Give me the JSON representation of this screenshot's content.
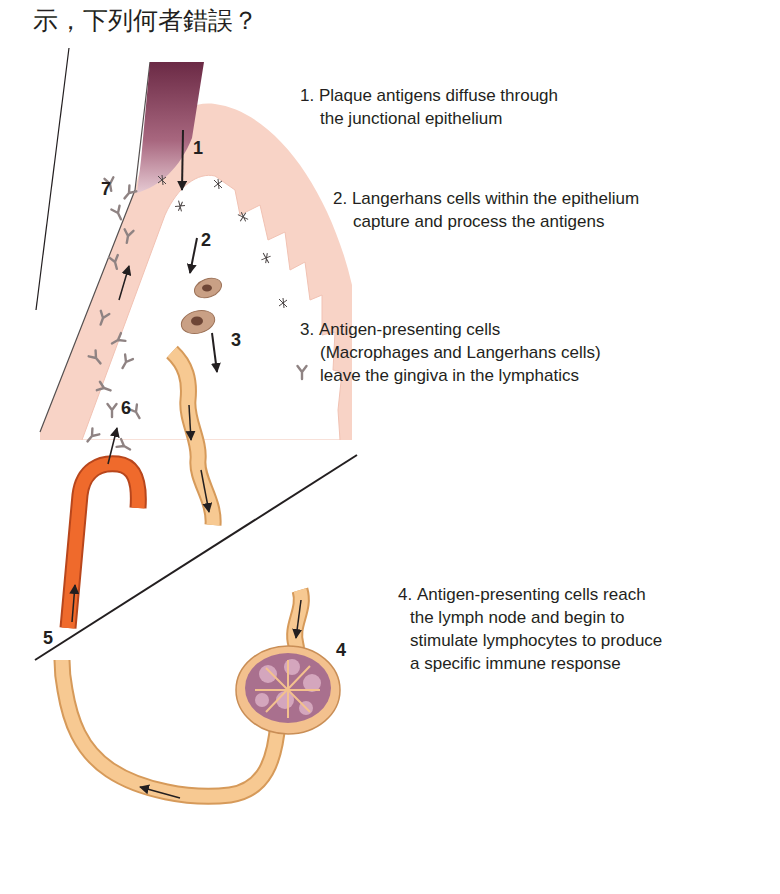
{
  "diagram": {
    "labels": [
      "示，下列何者錯誤？",
      "1. Plaque antigens diffuse through the junctional epithelium",
      "2. Langerhans cells within the epithelium capture and process the antigens",
      "3. Antigen-presenting cells (Macrophages and Langerhans cells) leave the gingiva in the lymphatics",
      "4. Antigen-presenting cells reach the lymph node and begin to stimulate lymphocytes to produce a specific immune response",
      "1",
      "2",
      "3",
      "4",
      "5",
      "6",
      "7"
    ]
  }
}
